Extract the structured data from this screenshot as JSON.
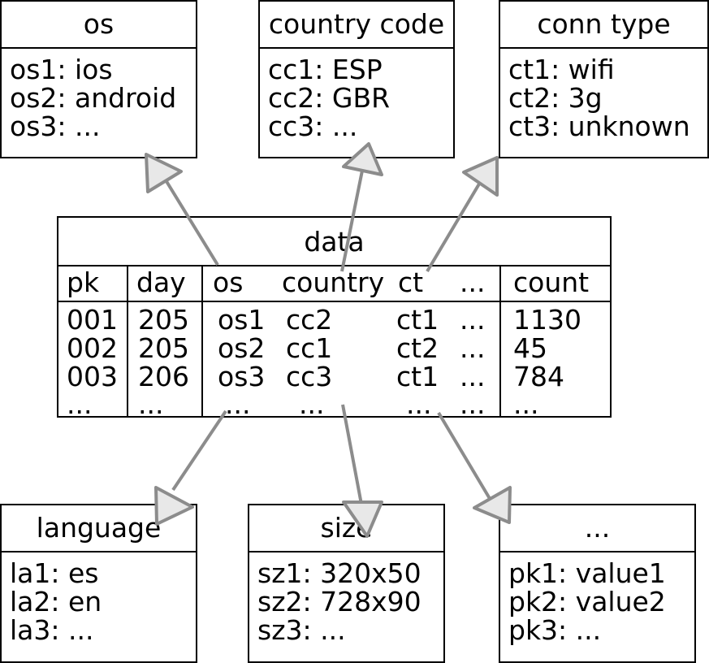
{
  "top_tables": [
    {
      "title": "os",
      "lines": [
        "os1: ios",
        "os2: android",
        "os3: ..."
      ]
    },
    {
      "title": "country code",
      "lines": [
        "cc1: ESP",
        "cc2: GBR",
        "cc3: ..."
      ]
    },
    {
      "title": "conn type",
      "lines": [
        "ct1: wifi",
        "ct2: 3g",
        "ct3: unknown"
      ]
    }
  ],
  "bottom_tables": [
    {
      "title": "language",
      "lines": [
        "la1: es",
        "la2: en",
        "la3: ..."
      ]
    },
    {
      "title": "size",
      "lines": [
        "sz1: 320x50",
        "sz2: 728x90",
        "sz3: ..."
      ]
    },
    {
      "title": "...",
      "lines": [
        "pk1: value1",
        "pk2: value2",
        "pk3: ..."
      ]
    }
  ],
  "data_table": {
    "title": "data",
    "headers": [
      "pk",
      "day",
      "os",
      "country",
      "ct",
      "...",
      "count"
    ],
    "rows": [
      [
        "001",
        "205",
        "os1",
        "cc2",
        "ct1",
        "...",
        "1130"
      ],
      [
        "002",
        "205",
        "os2",
        "cc1",
        "ct2",
        "...",
        "45"
      ],
      [
        "003",
        "206",
        "os3",
        "cc3",
        "ct1",
        "...",
        "784"
      ],
      [
        "...",
        "...",
        "...",
        "...",
        "...",
        "...",
        "..."
      ]
    ]
  },
  "colors": {
    "arrow": "#8c8c8c",
    "arrowhead_fill": "#e8e8e8",
    "border": "#000000"
  }
}
